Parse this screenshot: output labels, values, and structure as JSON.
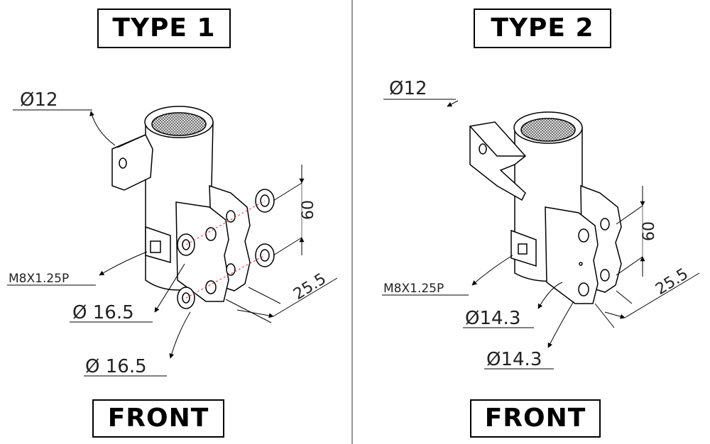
{
  "panels": [
    {
      "title": "TYPE 1",
      "footer": "FRONT",
      "dims": {
        "dia_bracket": "Ø12",
        "thread": "M8X1.25P",
        "dia_a": "Ø 16.5",
        "dia_b": "Ø 16.5",
        "spacing": "60",
        "offset": "25.5"
      }
    },
    {
      "title": "TYPE 2",
      "footer": "FRONT",
      "dims": {
        "dia_bracket": "Ø12",
        "thread": "M8X1.25P",
        "dia_a": "Ø14.3",
        "dia_b": "Ø14.3",
        "spacing": "60",
        "offset": "25.5"
      }
    }
  ]
}
